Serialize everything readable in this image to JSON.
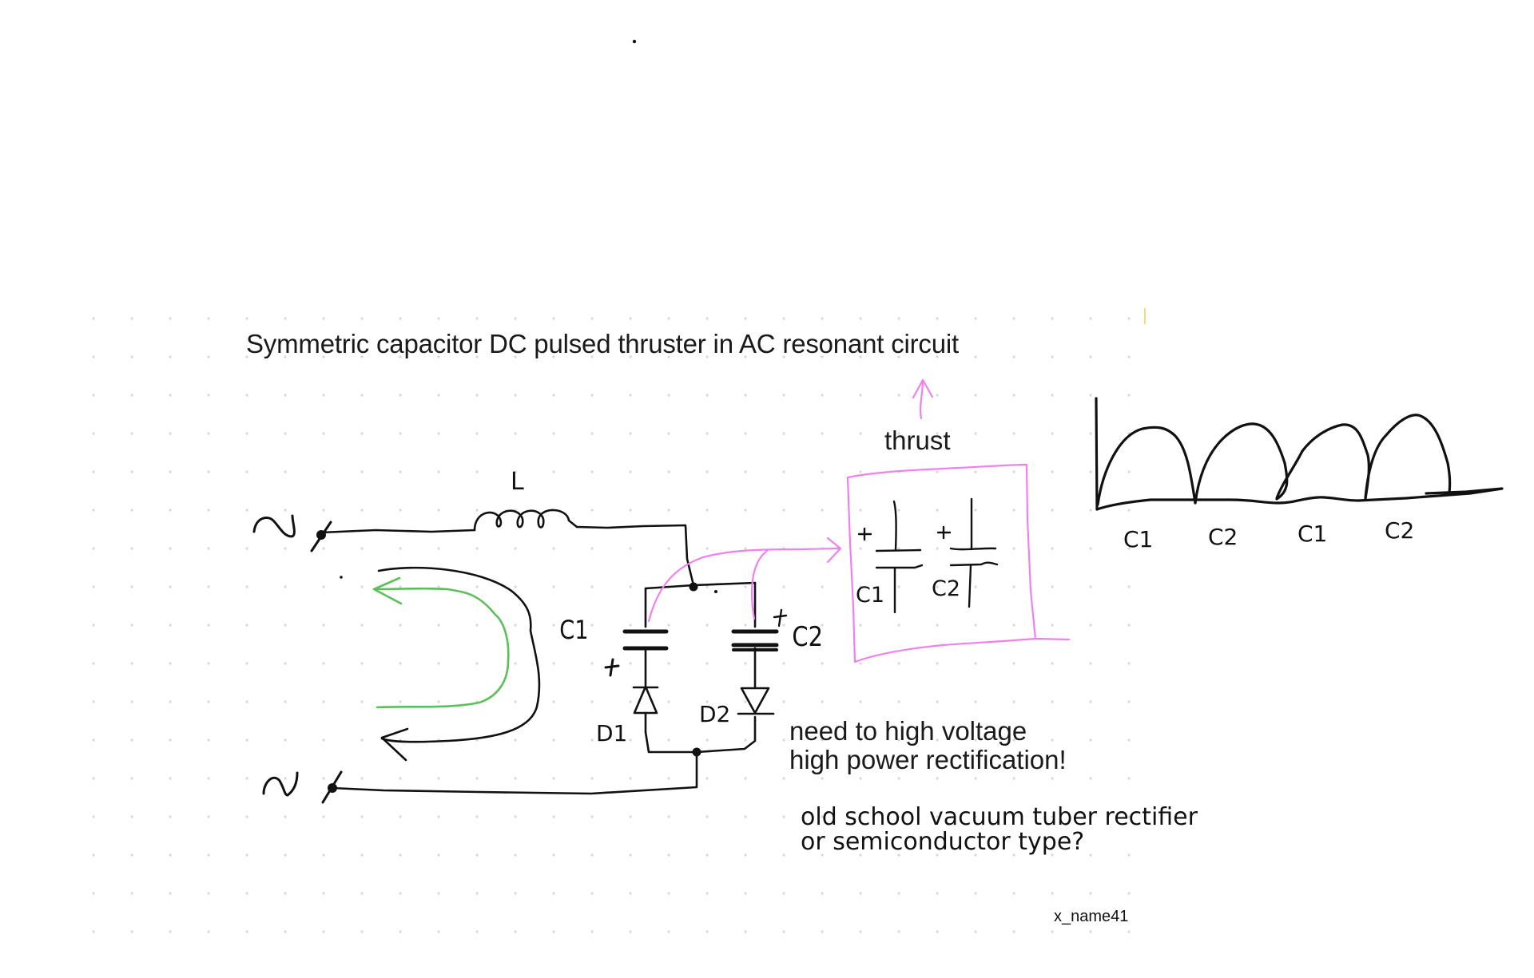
{
  "title": "Symmetric capacitor DC pulsed thruster in AC resonant circuit",
  "thrust_label": "thrust",
  "circuit": {
    "inductor_label": "L",
    "ac_source_symbol": "~",
    "capacitor_labels": [
      "C1",
      "C2"
    ],
    "diode_labels": [
      "D1",
      "D2"
    ],
    "plus_sign": "+"
  },
  "thruster_box": {
    "capacitor_labels": [
      "C1",
      "C2"
    ],
    "plus_sign": "+"
  },
  "waveform": {
    "pulse_labels": [
      "C1",
      "C2",
      "C1",
      "C2"
    ]
  },
  "notes": {
    "rectification": [
      "need to high voltage",
      "high power rectification!"
    ],
    "question": [
      "old school vacuum tuber rectifier",
      "or semiconductor type?"
    ]
  },
  "author": "x_name41",
  "colors": {
    "ink": "#111111",
    "pink": "#f07ff0",
    "green": "#5cbf5a",
    "grid_dot": "#d8d8d8",
    "marker_yellow": "#f3d98a"
  }
}
